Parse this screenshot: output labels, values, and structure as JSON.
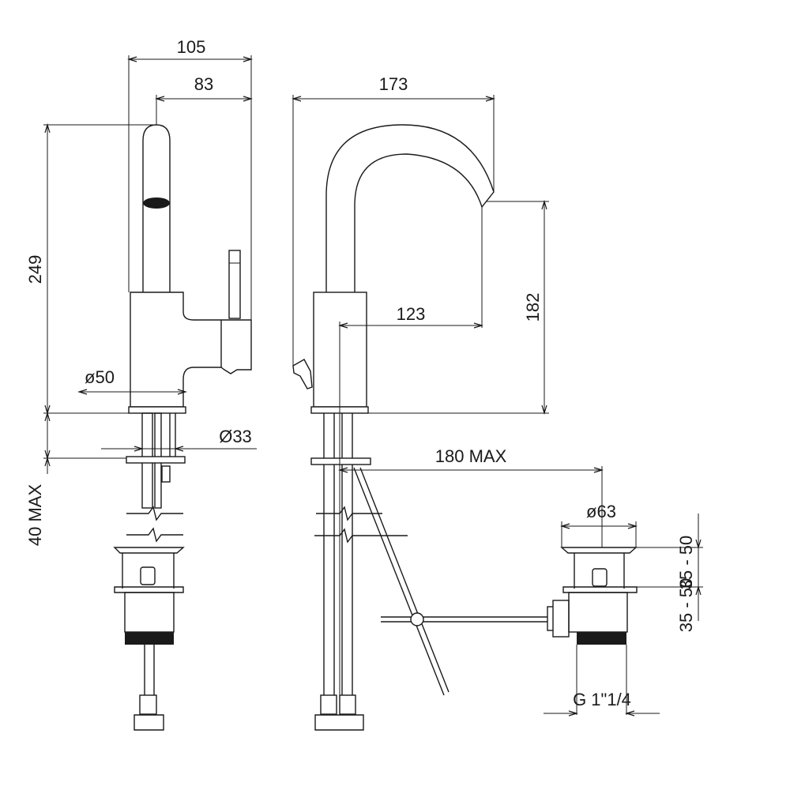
{
  "diagram": {
    "dimensions": {
      "w_total": "105",
      "w_spout": "83",
      "h_total": "249",
      "d_base": "ø50",
      "d_shank": "Ø33",
      "max_deck": "40 MAX",
      "reach": "173",
      "spout_offset": "123",
      "spout_height": "182",
      "rod_max": "180 MAX",
      "waste_diam": "ø63",
      "waste_h1": "35 - 50",
      "waste_h2": "35 - 50",
      "waste_thread": "G 1\"1/4"
    }
  }
}
